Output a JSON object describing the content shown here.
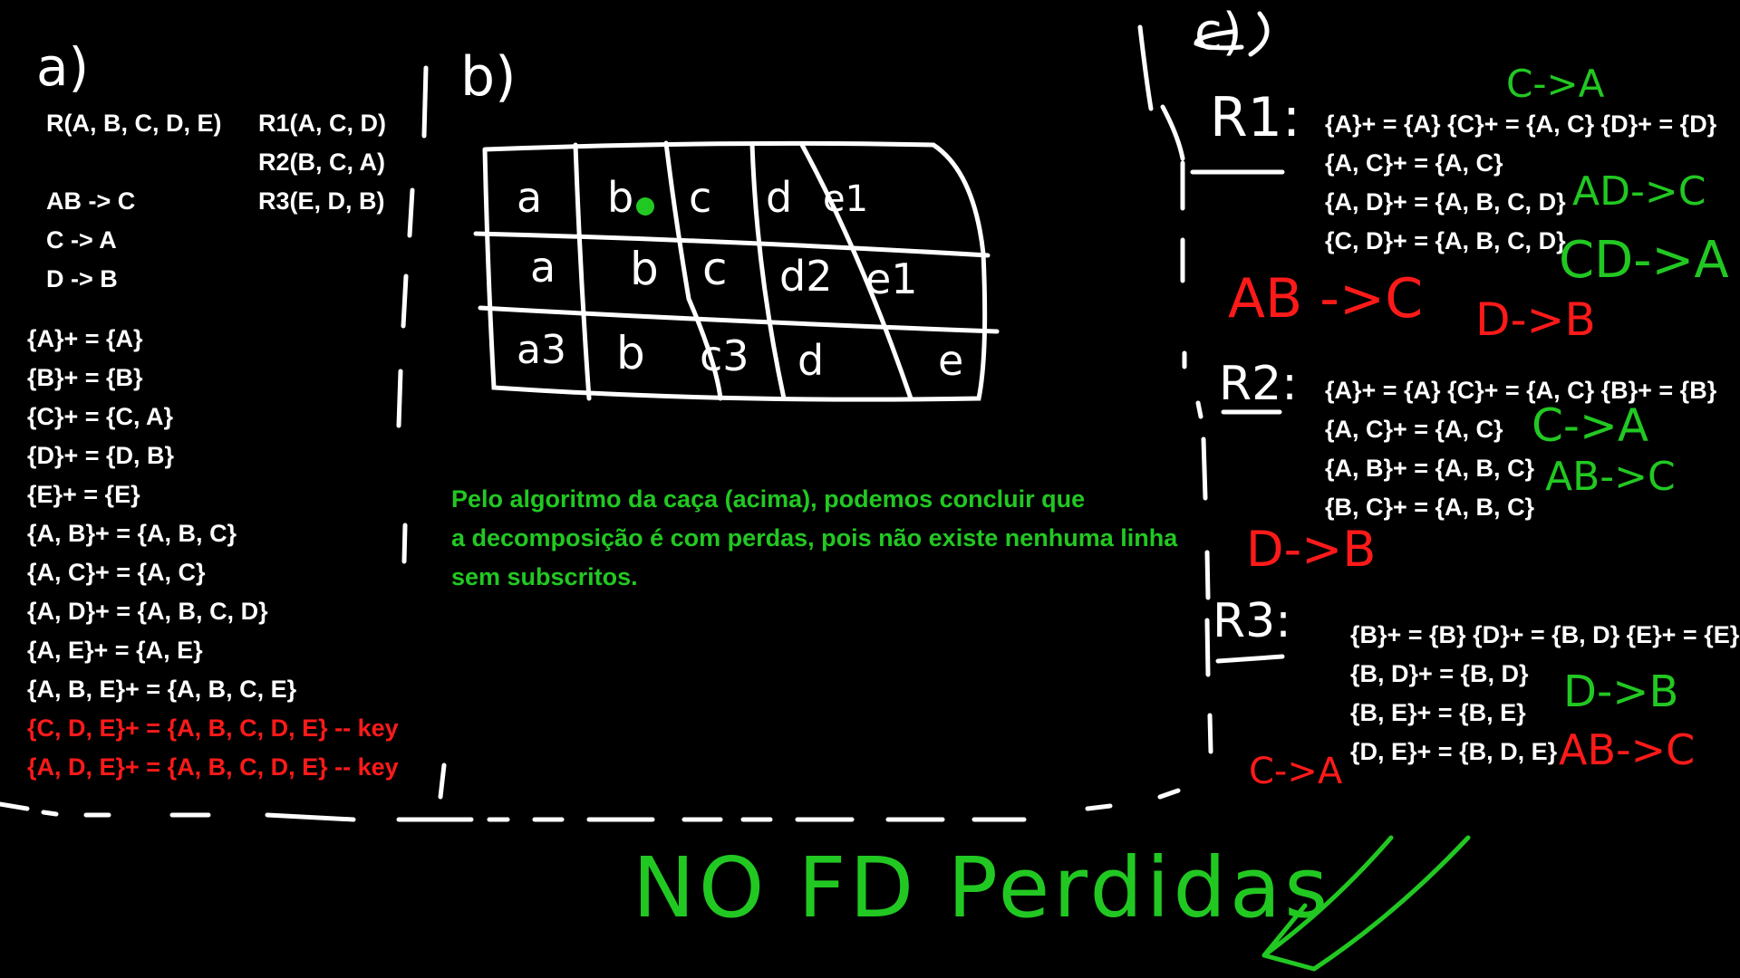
{
  "section_a": {
    "label": "a)",
    "relation": "R(A, B, C, D, E)",
    "decomp": [
      "R1(A, C, D)",
      "R2(B, C, A)",
      "R3(E, D, B)"
    ],
    "fds": [
      "AB -> C",
      "C -> A",
      "D -> B"
    ],
    "closures": [
      "{A}+ = {A}",
      "{B}+ = {B}",
      "{C}+ = {C, A}",
      "{D}+ = {D, B}",
      "{E}+ = {E}",
      "{A, B}+ = {A, B, C}",
      "{A, C}+ = {A, C}",
      "{A, D}+ = {A, B, C, D}",
      "{A, E}+ = {A, E}",
      "{A, B, E}+ = {A, B, C, E}"
    ],
    "keys": [
      "{C, D, E}+ = {A, B, C, D, E} -- key",
      "{A, D, E}+ = {A, B, C, D, E} -- key"
    ]
  },
  "section_b": {
    "label": "b)",
    "tableau": [
      [
        "a",
        "b",
        "c",
        "d",
        "e1"
      ],
      [
        "a",
        "b",
        "c",
        "d2",
        "e1"
      ],
      [
        "a3",
        "b",
        "c3",
        "d",
        "e"
      ]
    ],
    "note_lines": [
      "Pelo algoritmo da caça (acima), podemos concluir que",
      "a decomposição é com perdas, pois não existe nenhuma linha",
      "sem subscritos."
    ]
  },
  "section_c": {
    "label": "c)",
    "r1": {
      "label": "R1:",
      "lines": [
        "{A}+ = {A}   {C}+ = {A, C}  {D}+ = {D}",
        "{A, C}+ = {A, C}",
        "{A, D}+ = {A, B, C, D}",
        "{C, D}+ = {A, B, C, D}"
      ],
      "green": [
        "C->A",
        "AD->C",
        "CD->A"
      ],
      "red": [
        "AB ->C",
        "D->B"
      ]
    },
    "r2": {
      "label": "R2:",
      "lines": [
        "{A}+ = {A}   {C}+ = {A, C}  {B}+ = {B}",
        "{A, C}+ = {A, C}",
        "{A, B}+ = {A, B, C}",
        "{B, C}+ = {A, B, C}"
      ],
      "green": [
        "C->A",
        "AB->C"
      ],
      "red": [
        "D->B"
      ]
    },
    "r3": {
      "label": "R3:",
      "lines": [
        "{B}+ = {B}  {D}+ = {B, D}  {E}+ = {E}",
        "{B, D}+ = {B, D}",
        "{B, E}+ = {B, E}",
        "{D, E}+ = {B, D, E}"
      ],
      "green": [
        "D->B"
      ],
      "red": [
        "AB->C",
        "C->A"
      ]
    }
  },
  "footer": {
    "text": "NO FD Perdidas"
  }
}
